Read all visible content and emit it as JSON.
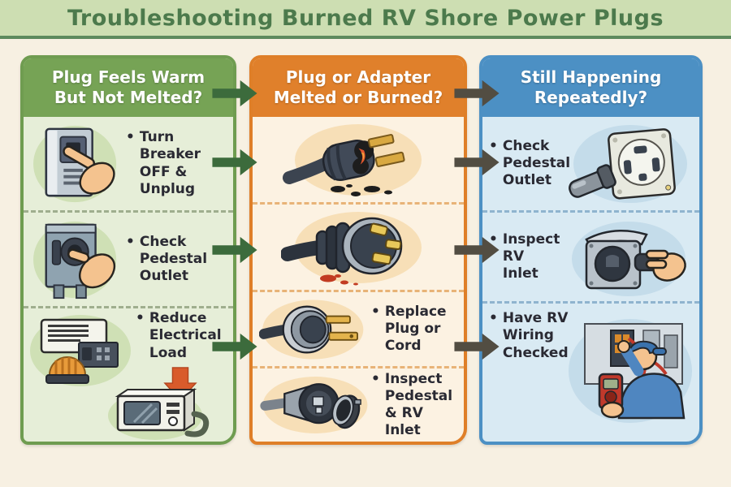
{
  "page": {
    "title": "Troubleshooting Burned RV Shore Power Plugs",
    "colors": {
      "background": "#f7f0e2",
      "title_band": "#cddeb2",
      "title_text": "#4c7a4c",
      "green_accent": "#76a355",
      "orange_accent": "#e0802b",
      "blue_accent": "#4c90c4",
      "green_flow_arrow": "#3c6b3c",
      "gray_flow_arrow": "#524d42",
      "red_down_arrow": "#d95b2b",
      "item_text": "#2a2a33"
    }
  },
  "columns": [
    {
      "header": "Plug Feels Warm\nBut Not Melted?",
      "items": [
        {
          "bullet": "•",
          "label": "Turn Breaker OFF & Unplug",
          "icon": "breaker-off-hand-illustration"
        },
        {
          "bullet": "•",
          "label": "Check Pedestal Outlet",
          "icon": "pedestal-outlet-hand-illustration"
        },
        {
          "bullet": "•",
          "label": "Reduce Electrical Load",
          "icon": "appliances-illustration",
          "extra_icons": [
            "red-down-arrow-icon",
            "microwave-illustration"
          ]
        }
      ]
    },
    {
      "header": "Plug or Adapter\nMelted or Burned?",
      "items": [
        {
          "bullet": "",
          "label": "",
          "icon": "burned-plug-illustration"
        },
        {
          "bullet": "",
          "label": "",
          "icon": "melted-plug-illustration"
        },
        {
          "bullet": "•",
          "label": "Replace Plug or Cord",
          "icon": "round-plug-illustration"
        },
        {
          "bullet": "•",
          "label": "Inspect Pedestal & RV Inlet",
          "icon": "twist-lock-inlet-illustration"
        }
      ]
    },
    {
      "header": "Still Happening\nRepeatedly?",
      "items": [
        {
          "bullet": "•",
          "label": "Check Pedestal Outlet",
          "icon": "pedestal-outlet-flashlight-illustration"
        },
        {
          "bullet": "•",
          "label": "Inspect RV Inlet",
          "icon": "rv-inlet-hand-illustration"
        },
        {
          "bullet": "•",
          "label": "Have RV Wiring Checked",
          "icon": "rv-technician-illustration"
        }
      ]
    }
  ],
  "flow": {
    "green_arrows": 4,
    "gray_arrows": 4
  }
}
